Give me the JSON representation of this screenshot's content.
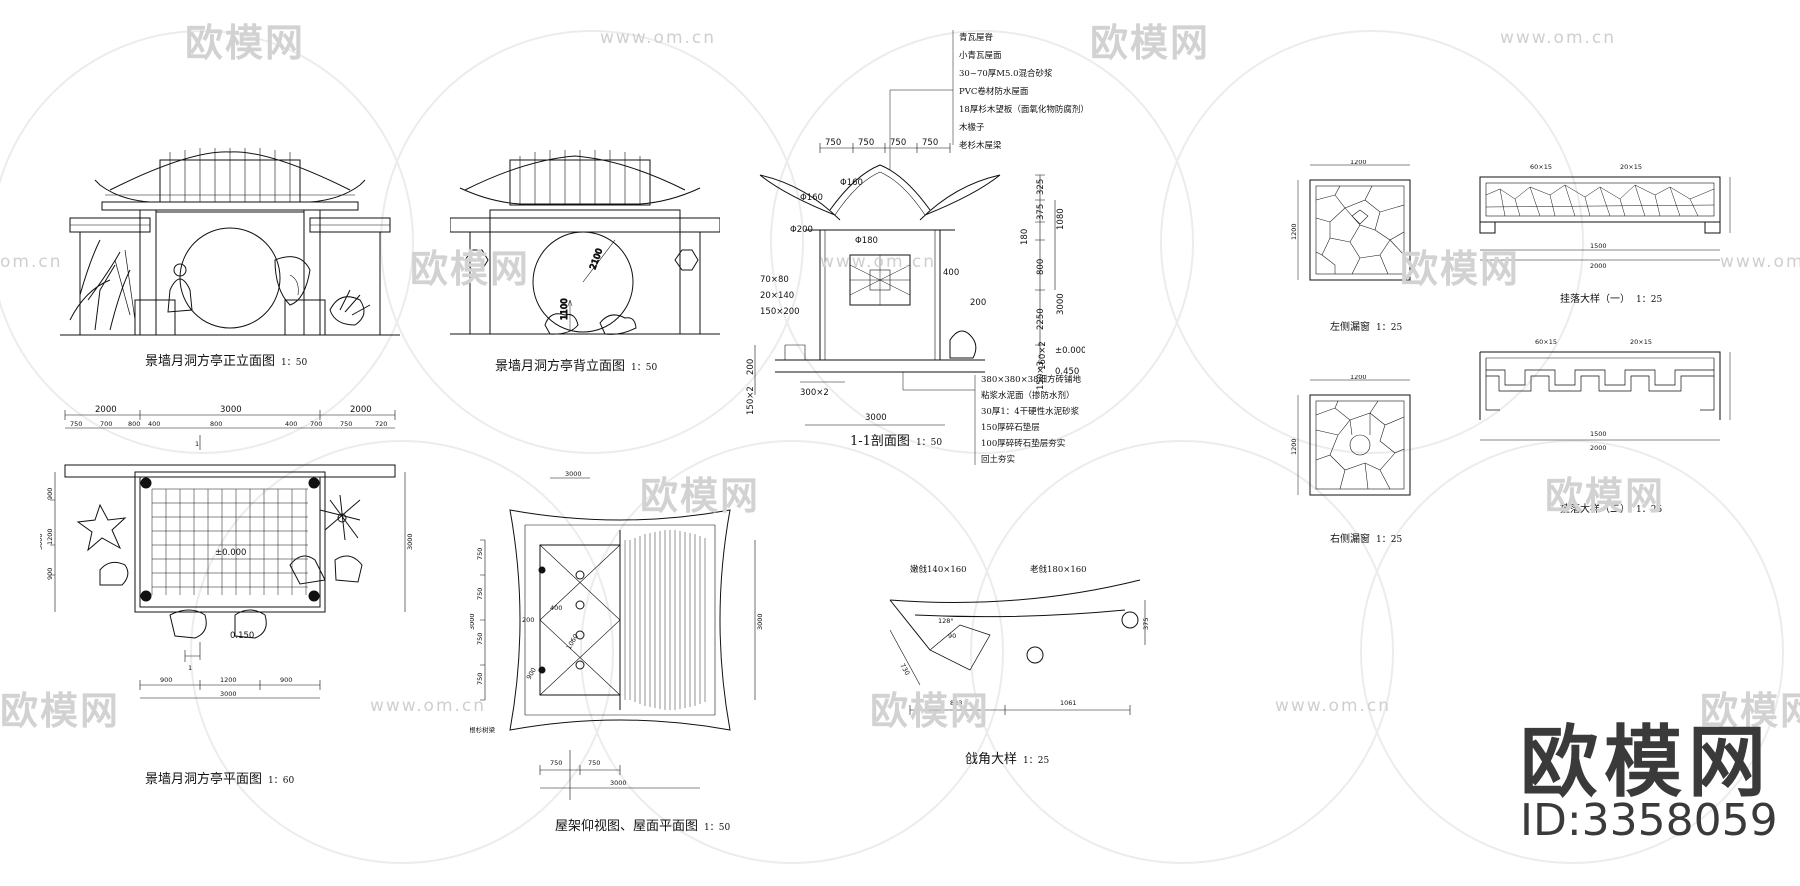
{
  "drawings": {
    "front_elevation": {
      "title": "景墙月洞方亭正立面图",
      "scale": "1：50"
    },
    "back_elevation": {
      "title": "景墙月洞方亭背立面图",
      "scale": "1：50",
      "dims": [
        "2100",
        "1100"
      ]
    },
    "section": {
      "title": "1-1剖面图",
      "scale": "1：50",
      "top_dims": [
        "750",
        "750",
        "750",
        "750"
      ],
      "roof_notes": [
        "青瓦屋脊",
        "小青瓦屋面",
        "30~70厚M5.0混合砂浆",
        "PVC卷材防水屋面",
        "18厚杉木望板（面氧化物防腐剂）",
        "木椽子",
        "老杉木屋梁"
      ],
      "floor_notes": [
        "380×380×38细方砖铺地",
        "粘浆水泥面（掺防水剂）",
        "30厚1：4干硬性水泥砂浆",
        "150厚碎石垫层",
        "100厚碎砖石垫层夯实",
        "回土夯实"
      ],
      "labels": [
        "Φ160",
        "Φ160",
        "Φ200",
        "Φ180",
        "70×80",
        "20×140",
        "150×200",
        "400",
        "200",
        "200",
        "300×2",
        "150×2",
        "3000",
        "160×2",
        "±0.000",
        "0.450"
      ],
      "right_dims": [
        "325",
        "375",
        "1080",
        "180",
        "800",
        "2250",
        "3000",
        "150×3"
      ]
    },
    "plan": {
      "title": "景墙月洞方亭平面图",
      "scale": "1：60",
      "top_dims": [
        "2000",
        "3000",
        "2000"
      ],
      "sub_dims": [
        "750",
        "700",
        "800",
        "400",
        "800",
        "400",
        "700",
        "750",
        "720"
      ],
      "side_dims": [
        "900",
        "1200",
        "900",
        "3000",
        "3000"
      ],
      "bottom_dims": [
        "900",
        "1200",
        "900",
        "3000"
      ],
      "marks": [
        "1",
        "1",
        "±0.000",
        "0.150"
      ]
    },
    "roof_plan": {
      "title": "屋架仰视图、屋面平面图",
      "scale": "1：50",
      "dims": [
        "3000",
        "750",
        "750",
        "750",
        "750",
        "3000",
        "200",
        "400",
        "750",
        "750",
        "3000",
        "3000",
        "1060",
        "900"
      ],
      "note": "9根杉树梁"
    },
    "corner_detail": {
      "title": "戗角大样",
      "scale": "1：25",
      "labels": [
        "嫩戗140×160",
        "老戗180×160",
        "128°",
        "90",
        "730",
        "848",
        "1061",
        "375"
      ]
    },
    "window_1": {
      "title": "左侧漏窗",
      "scale": "1：25",
      "dims": [
        "1200",
        "1200"
      ]
    },
    "window_2": {
      "title": "右侧漏窗",
      "scale": "1：25",
      "dims": [
        "1200",
        "1200"
      ]
    },
    "railing_1": {
      "title": "挂落大样（一）",
      "scale": "1：25",
      "dims": [
        "60×15",
        "20×15",
        "2000",
        "1500"
      ]
    },
    "railing_2": {
      "title": "挂落大样（二）",
      "scale": "1：25",
      "dims": [
        "60×15",
        "20×15",
        "2000",
        "1500"
      ]
    }
  },
  "watermark": {
    "logo_text": "欧模网",
    "url_text": "www.om.cn",
    "url_text_2": "om.cn",
    "brand_text": "欧模网",
    "id_text": "ID:3358059"
  }
}
